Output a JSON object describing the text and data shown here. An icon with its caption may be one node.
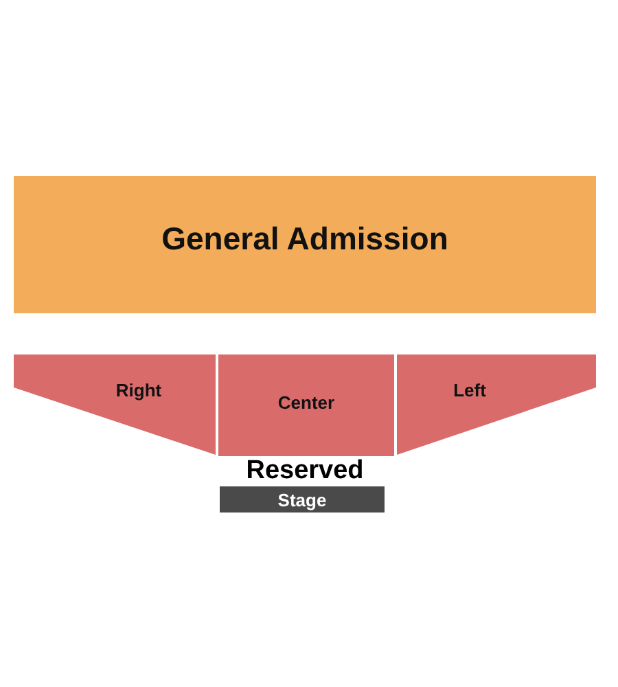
{
  "diagram": {
    "nodes": [
      {
        "text": [
          "General Admission"
        ]
      },
      {
        "text": [
          "Right"
        ]
      },
      {
        "text": [
          "Center"
        ]
      },
      {
        "text": [
          "Left"
        ]
      },
      {
        "text": [
          "Stage"
        ]
      }
    ],
    "labels": [
      "Reserved"
    ]
  }
}
